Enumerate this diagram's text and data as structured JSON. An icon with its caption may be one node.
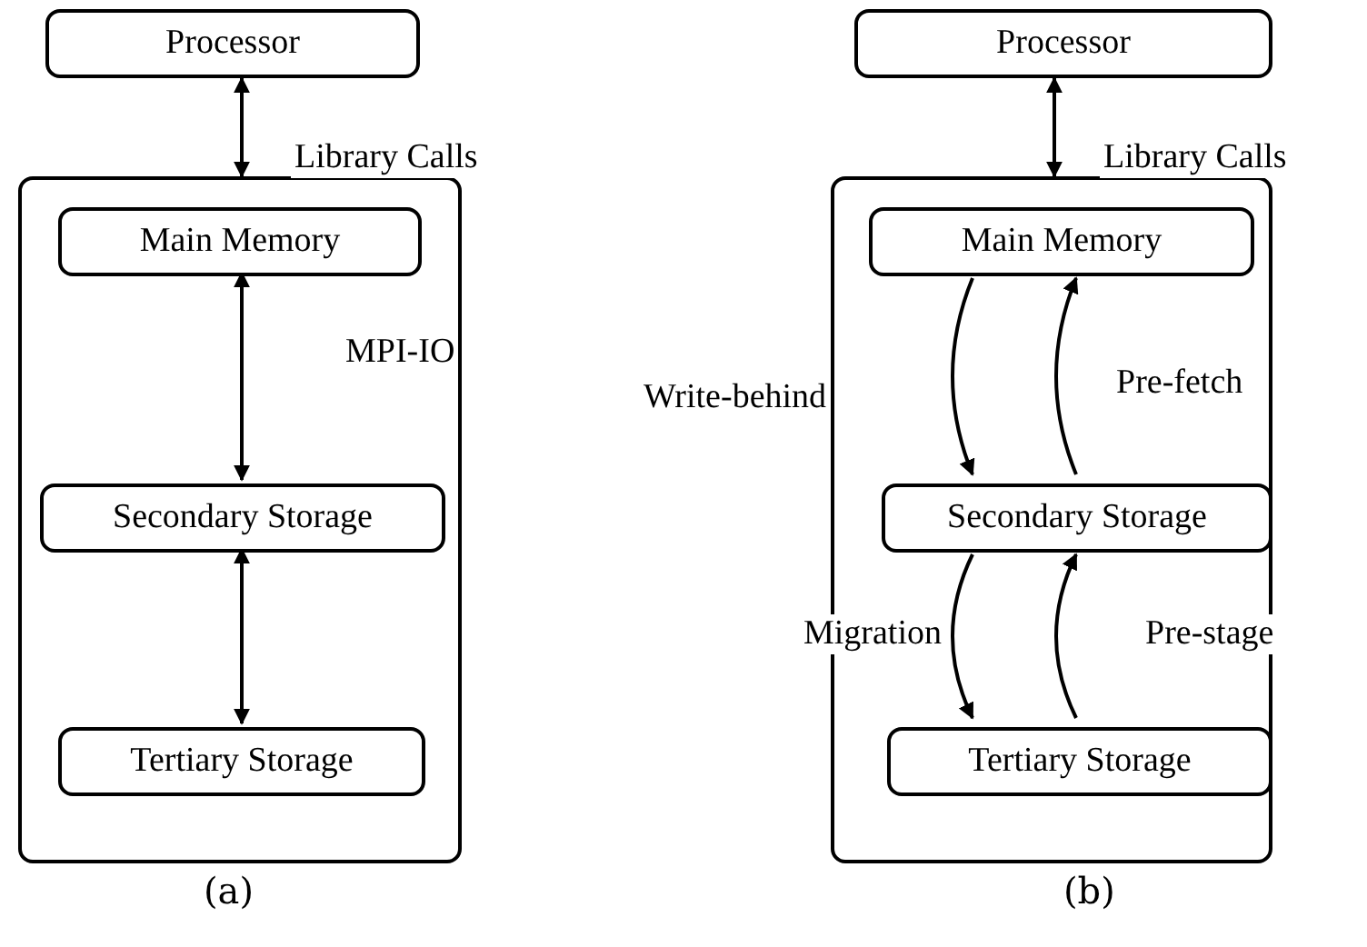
{
  "diagram": {
    "nodes": [
      {
        "text": [
          "Processor"
        ]
      },
      {
        "text": [],
        "shape": "box"
      },
      {
        "text": [
          "Main Memory"
        ],
        "in": 1
      },
      {
        "text": [
          "Secondary Storage"
        ],
        "in": 1
      },
      {
        "text": [
          "Tertiary Storage"
        ],
        "in": 1
      },
      {
        "text": [
          "Processor"
        ]
      },
      {
        "text": [],
        "shape": "box"
      },
      {
        "text": [
          "Main Memory"
        ],
        "in": 6
      },
      {
        "text": [
          "Secondary Storage"
        ],
        "in": 6
      },
      {
        "text": [
          "Tertiary Storage"
        ],
        "in": 6
      }
    ],
    "edges": [
      {
        "from": 0,
        "to": 1,
        "arrow": "both",
        "label": "Library Calls"
      },
      {
        "from": 2,
        "to": 3,
        "arrow": "both",
        "label": "MPI-IO"
      },
      {
        "from": 3,
        "to": 4,
        "arrow": "both"
      },
      {
        "from": 5,
        "to": 6,
        "arrow": "both",
        "label": "Library Calls"
      },
      {
        "from": 7,
        "to": 8,
        "arrow": "to",
        "label": "Write-behind"
      },
      {
        "from": 8,
        "to": 7,
        "arrow": "to",
        "label": "Pre-fetch"
      },
      {
        "from": 8,
        "to": 9,
        "arrow": "to",
        "label": "Migration"
      },
      {
        "from": 9,
        "to": 8,
        "arrow": "to",
        "label": "Pre-stage"
      }
    ],
    "labels": [
      "(a)",
      "(b)"
    ]
  }
}
